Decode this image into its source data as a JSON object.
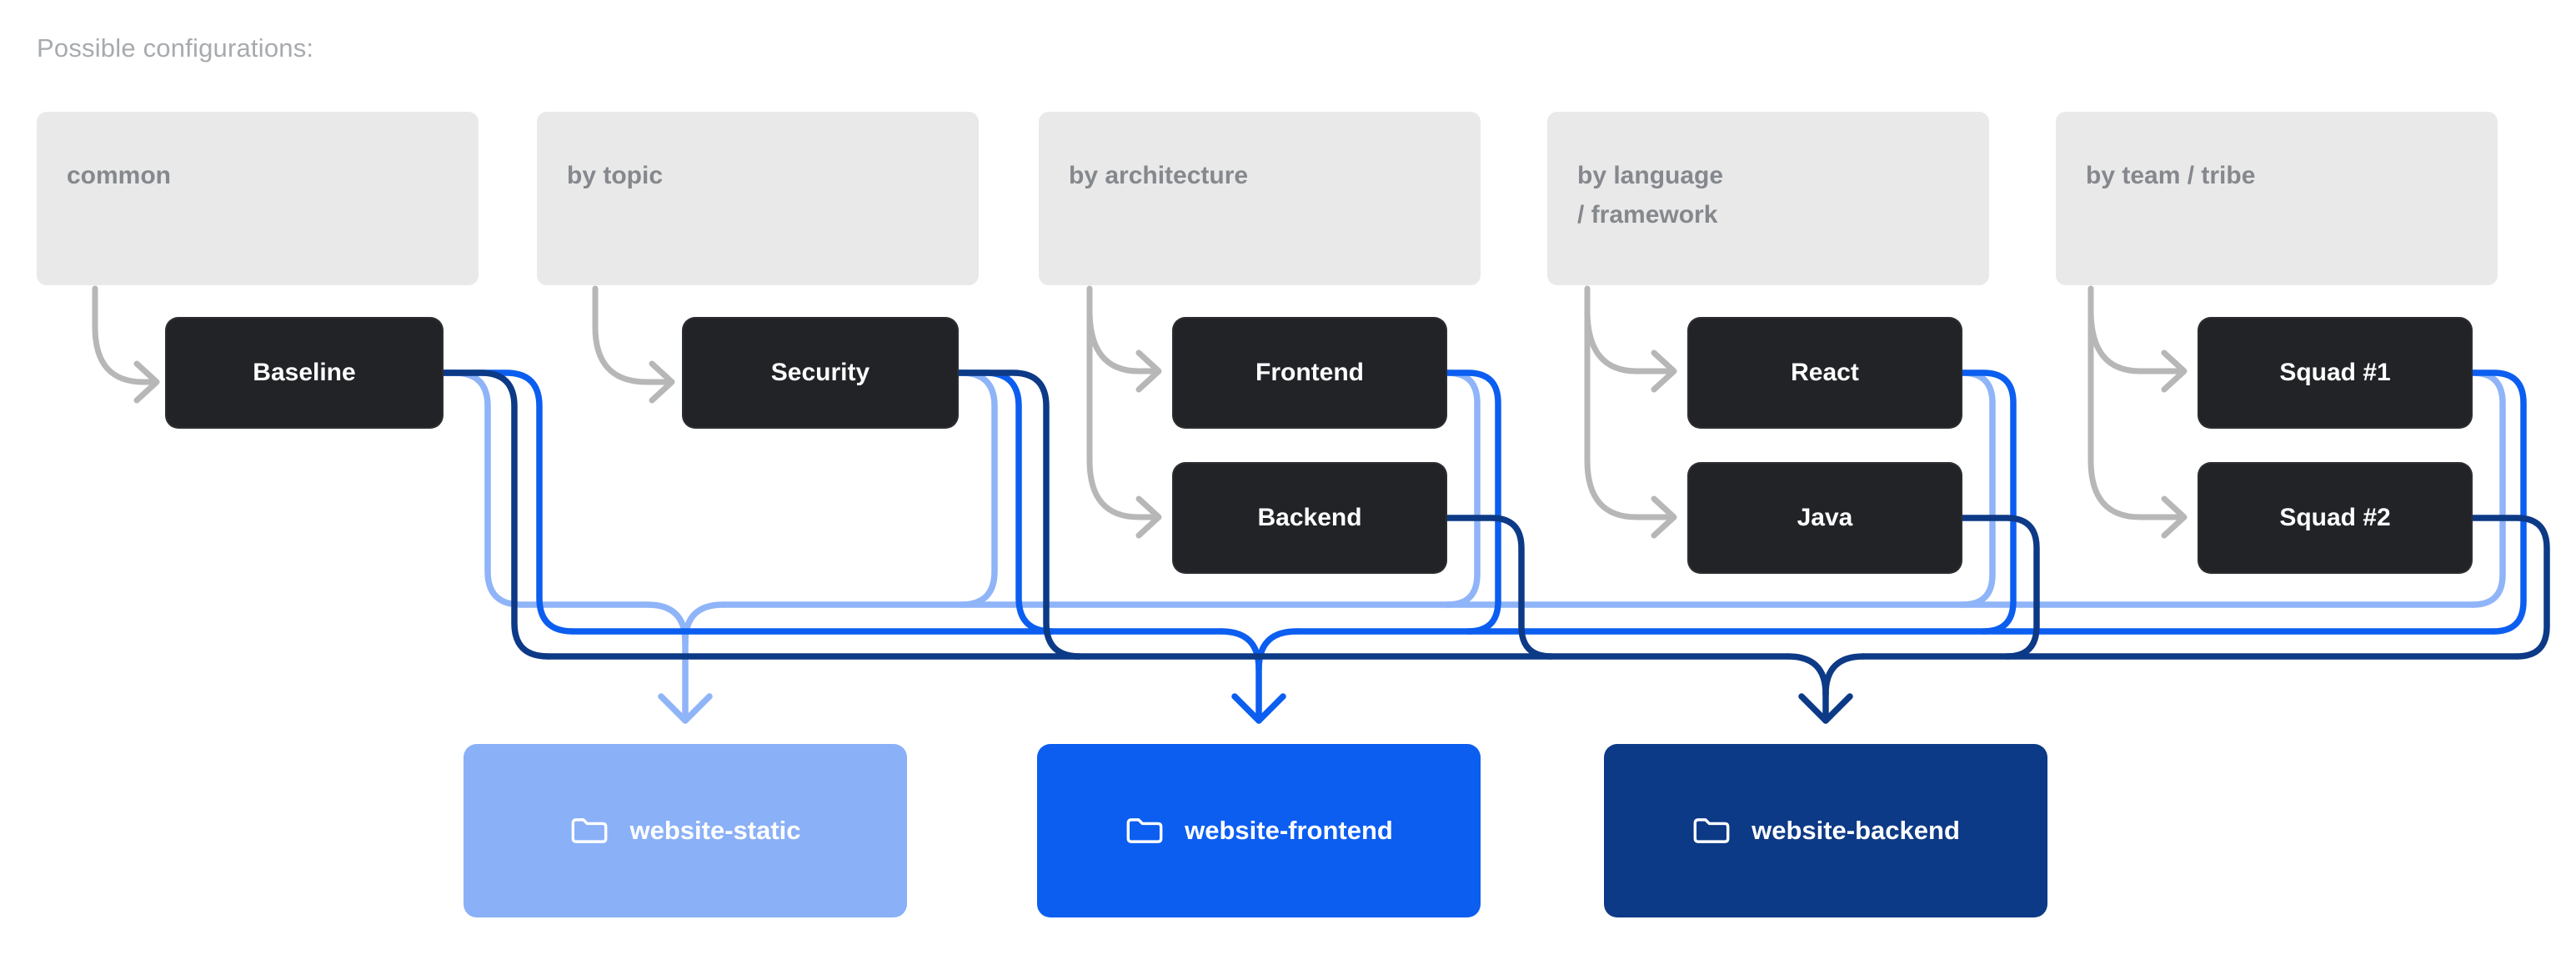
{
  "title": "Possible configurations:",
  "categories": [
    {
      "label": "common"
    },
    {
      "label": "by topic"
    },
    {
      "label": "by architecture"
    },
    {
      "label": "by language\n/ framework"
    },
    {
      "label": "by team / tribe"
    }
  ],
  "configs": [
    {
      "label": "Baseline"
    },
    {
      "label": "Security"
    },
    {
      "label": "Frontend"
    },
    {
      "label": "Backend"
    },
    {
      "label": "React"
    },
    {
      "label": "Java"
    },
    {
      "label": "Squad #1"
    },
    {
      "label": "Squad #2"
    }
  ],
  "repos": [
    {
      "label": "website-static",
      "icon": "folder-icon",
      "color": "#8ab0f7"
    },
    {
      "label": "website-frontend",
      "icon": "folder-icon",
      "color": "#0b5ef0"
    },
    {
      "label": "website-backend",
      "icon": "folder-icon",
      "color": "#0d3a86"
    }
  ],
  "edges": {
    "category_to_config": [
      {
        "from": "common",
        "to": [
          "Baseline"
        ]
      },
      {
        "from": "by topic",
        "to": [
          "Security"
        ]
      },
      {
        "from": "by architecture",
        "to": [
          "Frontend",
          "Backend"
        ]
      },
      {
        "from": "by language / framework",
        "to": [
          "React",
          "Java"
        ]
      },
      {
        "from": "by team / tribe",
        "to": [
          "Squad #1",
          "Squad #2"
        ]
      }
    ],
    "config_to_repo": [
      {
        "repo": "website-static",
        "color": "#8fb4f8",
        "sources": [
          "Baseline",
          "Security",
          "Frontend",
          "React",
          "Squad #1"
        ]
      },
      {
        "repo": "website-frontend",
        "color": "#0b5ef0",
        "sources": [
          "Baseline",
          "Security",
          "Frontend",
          "React",
          "Squad #1"
        ]
      },
      {
        "repo": "website-backend",
        "color": "#0d3a86",
        "sources": [
          "Baseline",
          "Security",
          "Backend",
          "Java",
          "Squad #2"
        ]
      }
    ]
  },
  "colors": {
    "background": "#ffffff",
    "category_fill": "#e9e9ea",
    "category_text": "#85888c",
    "config_fill": "#212327",
    "config_text": "#ffffff",
    "gray_arrow": "#b7b7b7",
    "static_line": "#8fb4f8",
    "frontend_line": "#0b5ef0",
    "backend_line": "#0d3a86",
    "title_text": "#a7aaae"
  }
}
